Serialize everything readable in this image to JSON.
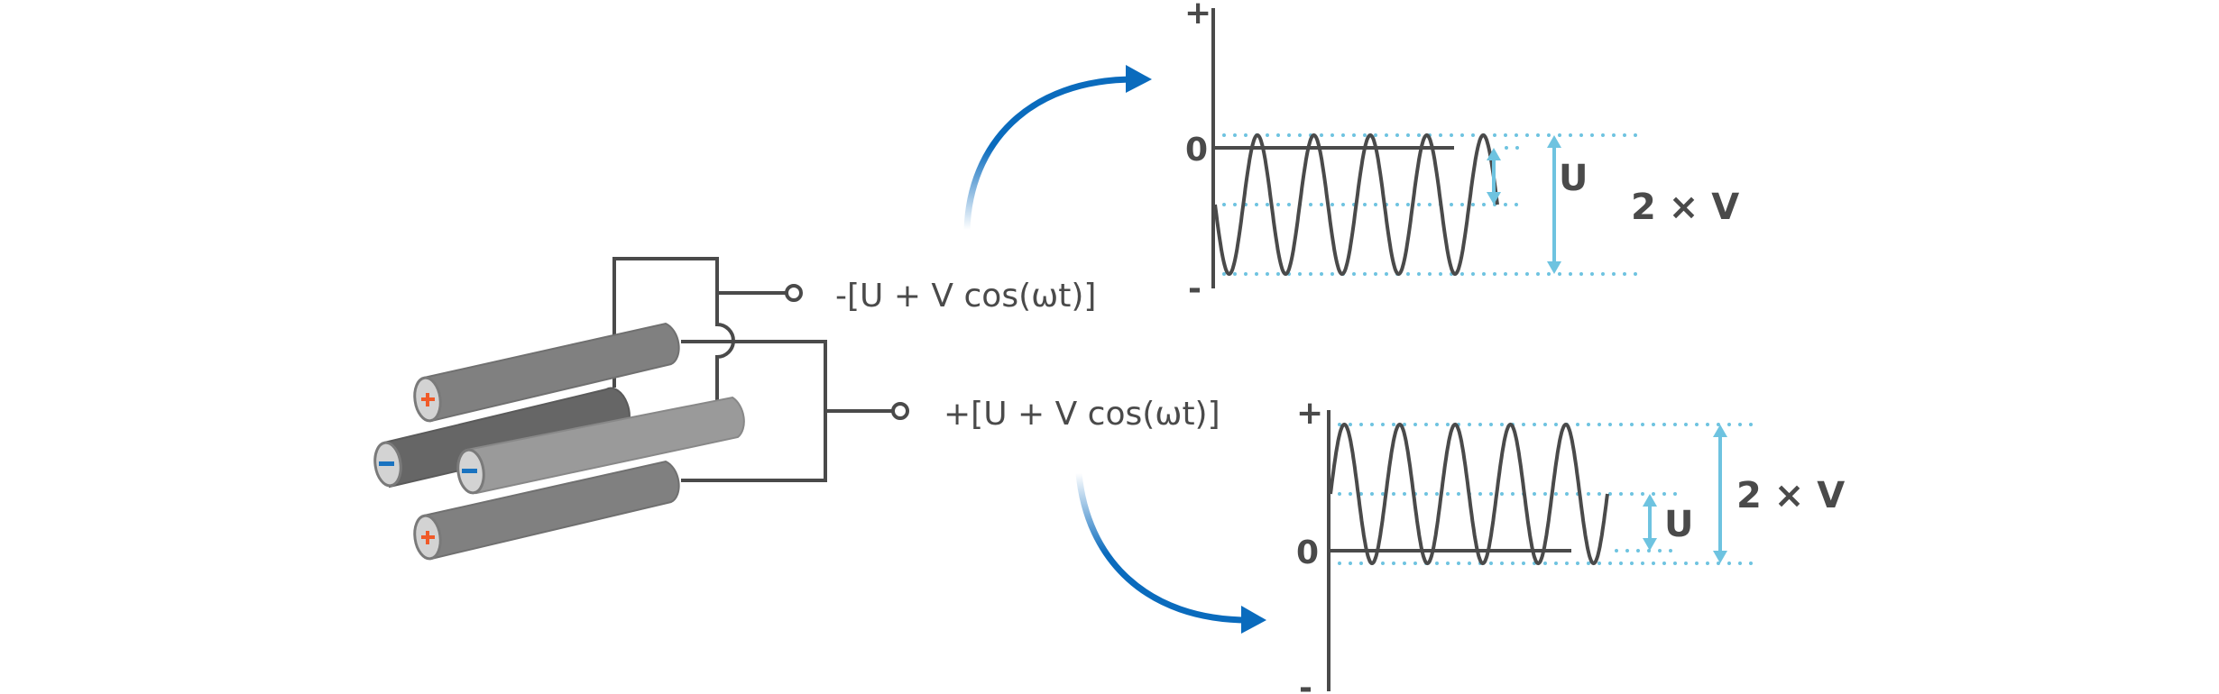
{
  "title": "Quadrupole mass filter electrode voltage diagram",
  "colors": {
    "wire": "#4a4a4a",
    "rod_light": "#9a9a9a",
    "rod_mid": "#808080",
    "rod_dark": "#666666",
    "rod_face": "#d3d3d3",
    "plus_sign": "#f05a28",
    "minus_sign": "#1a73c0",
    "arrow": "#0a6bbd",
    "guide": "#6ec3e0",
    "text": "#4a4a4a"
  },
  "rods": [
    {
      "name": "rod-top-positive",
      "polarity": "+"
    },
    {
      "name": "rod-left-negative",
      "polarity": "-"
    },
    {
      "name": "rod-right-negative",
      "polarity": "-"
    },
    {
      "name": "rod-bottom-positive",
      "polarity": "+"
    }
  ],
  "terminals": {
    "negative": {
      "label": "-[U + V cos(ωt)]"
    },
    "positive": {
      "label": "+[U + V cos(ωt)]"
    }
  },
  "plots": {
    "negative": {
      "axis_plus": "+",
      "axis_zero": "0",
      "axis_minus": "-",
      "u_label": "U",
      "amp_label": "2 × V",
      "offset_sign": -1,
      "cycles": 5
    },
    "positive": {
      "axis_plus": "+",
      "axis_zero": "0",
      "axis_minus": "-",
      "u_label": "U",
      "amp_label": "2 × V",
      "offset_sign": 1,
      "cycles": 5
    }
  }
}
